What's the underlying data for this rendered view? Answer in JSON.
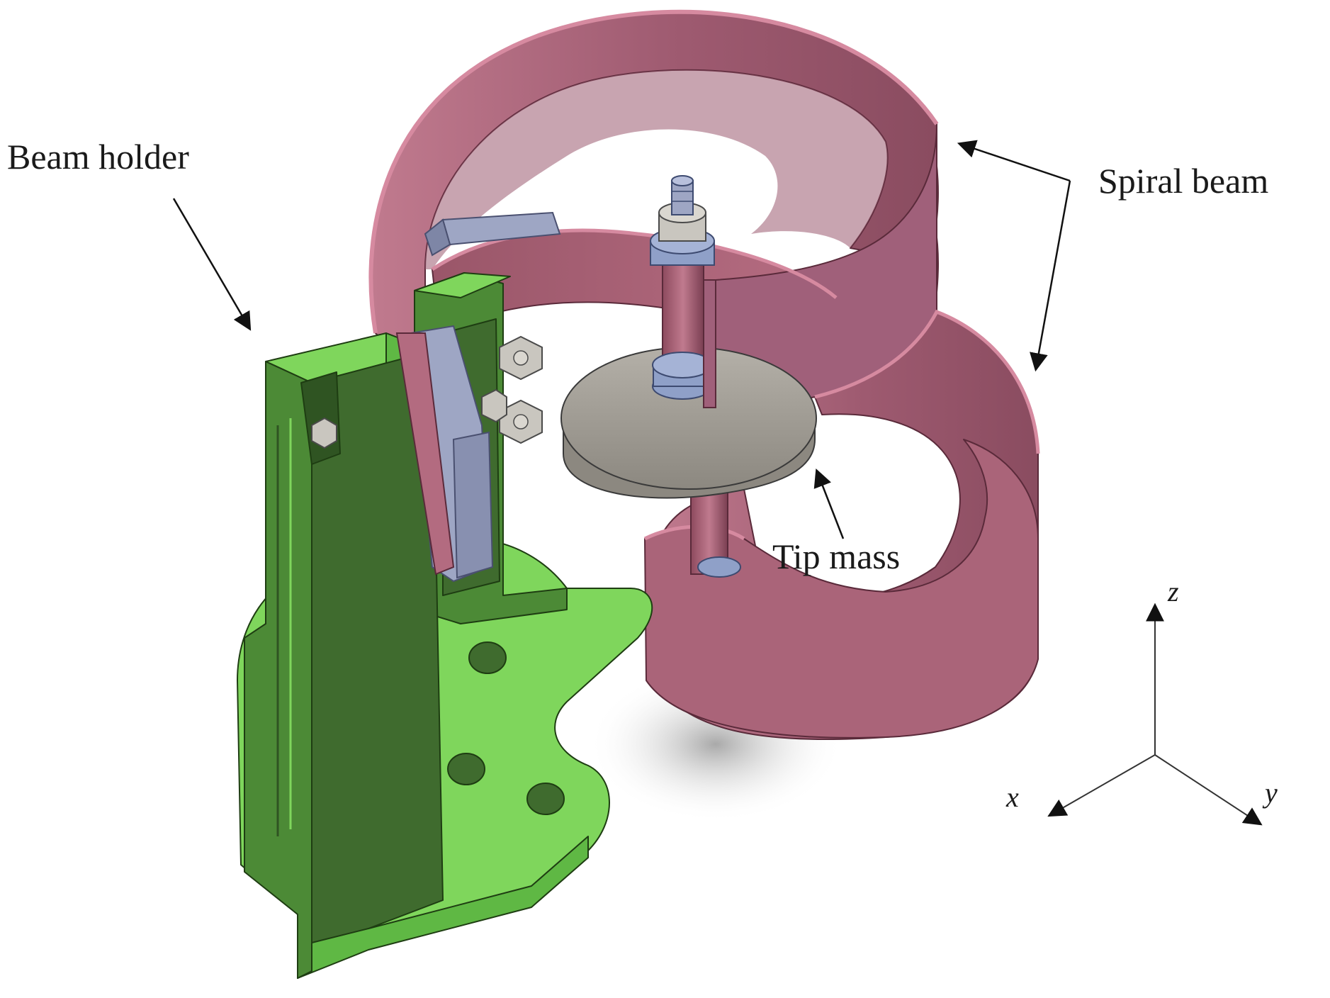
{
  "labels": {
    "beam_holder": "Beam holder",
    "spiral_beam": "Spiral beam",
    "tip_mass": "Tip mass"
  },
  "axes": {
    "x": "x",
    "y": "y",
    "z": "z"
  },
  "colors": {
    "holder_light": "#7fd65c",
    "holder_mid": "#5fb844",
    "holder_dark": "#3f6b2e",
    "spiral_light": "#b36b80",
    "spiral_dark": "#8d4e63",
    "spiral_rim": "#d07a95",
    "tip_mass": "#a8a49c",
    "clamp": "#9ea6c4",
    "bolt": "#c9c6bf",
    "washer": "#8fa0c8"
  }
}
